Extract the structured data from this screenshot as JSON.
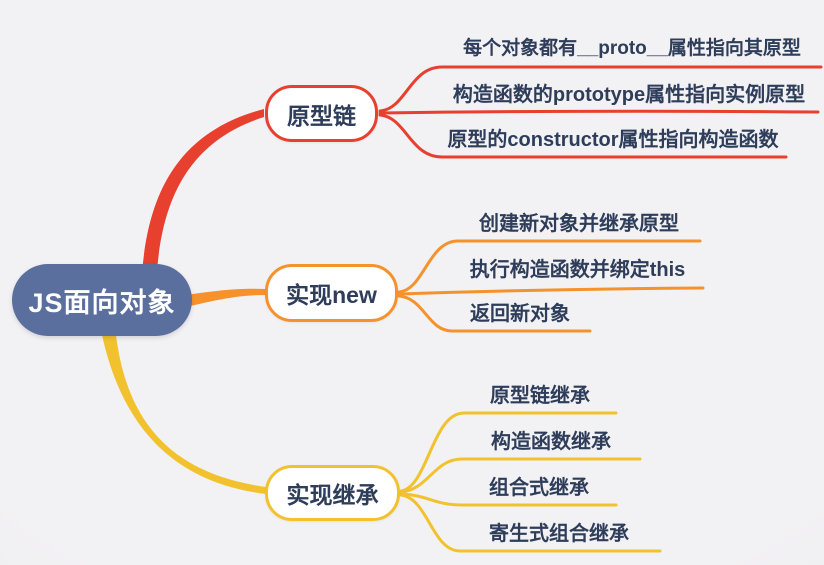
{
  "root": {
    "label": "JS面向对象"
  },
  "branches": [
    {
      "label": "原型链",
      "color": "#e8402e",
      "leaves": [
        "每个对象都有__proto__属性指向其原型",
        "构造函数的prototype属性指向实例原型",
        "原型的constructor属性指向构造函数"
      ]
    },
    {
      "label": "实现new",
      "color": "#f6922b",
      "leaves": [
        "创建新对象并继承原型",
        "执行构造函数并绑定this",
        "返回新对象"
      ]
    },
    {
      "label": "实现继承",
      "color": "#f2c22e",
      "leaves": [
        "原型链继承",
        "构造函数继承",
        "组合式继承",
        "寄生式组合继承"
      ]
    }
  ],
  "colors": {
    "background": "#f0eff3",
    "root_fill": "#5a6f9e",
    "root_text": "#ffffff",
    "node_text": "#2e3d59",
    "branch_red": "#e8402e",
    "branch_orange": "#f6922b",
    "branch_yellow": "#f2c22e"
  }
}
